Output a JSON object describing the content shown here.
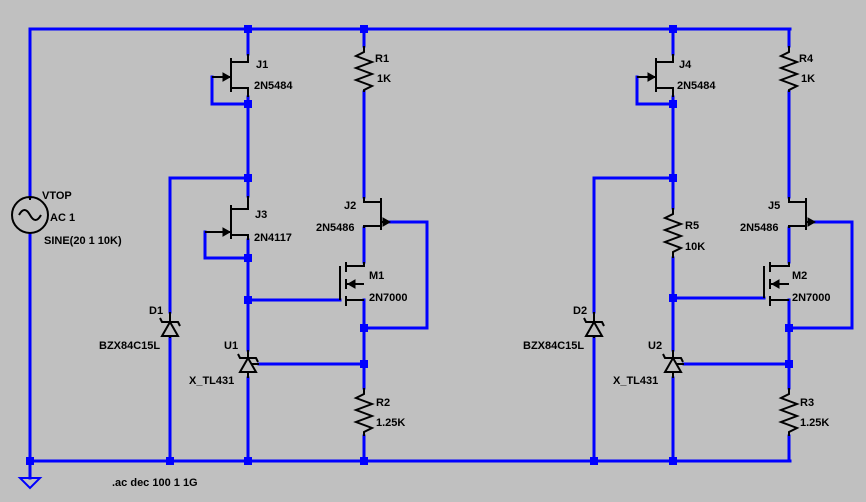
{
  "colors": {
    "background": "#c0c0c0",
    "wire": "#0000ff",
    "component": "#000000",
    "text": "#000000"
  },
  "source": {
    "name": "VTOP",
    "ac": "AC 1",
    "func": "SINE(20 1 10K)"
  },
  "left": {
    "J1": {
      "name": "J1",
      "model": "2N5484"
    },
    "R1": {
      "name": "R1",
      "value": "1K"
    },
    "J3": {
      "name": "J3",
      "model": "2N4117"
    },
    "J2": {
      "name": "J2",
      "model": "2N5486"
    },
    "M1": {
      "name": "M1",
      "model": "2N7000"
    },
    "D1": {
      "name": "D1",
      "model": "BZX84C15L"
    },
    "U1": {
      "name": "U1",
      "model": "X_TL431"
    },
    "R2": {
      "name": "R2",
      "value": "1.25K"
    }
  },
  "right": {
    "J4": {
      "name": "J4",
      "model": "2N5484"
    },
    "R4": {
      "name": "R4",
      "value": "1K"
    },
    "R5": {
      "name": "R5",
      "value": "10K"
    },
    "J5": {
      "name": "J5",
      "model": "2N5486"
    },
    "M2": {
      "name": "M2",
      "model": "2N7000"
    },
    "D2": {
      "name": "D2",
      "model": "BZX84C15L"
    },
    "U2": {
      "name": "U2",
      "model": "X_TL431"
    },
    "R3": {
      "name": "R3",
      "value": "1.25K"
    }
  },
  "directive": ".ac dec 100 1 1G",
  "icons": {
    "ground": "ground-icon",
    "ac-source": "ac-source-icon"
  }
}
